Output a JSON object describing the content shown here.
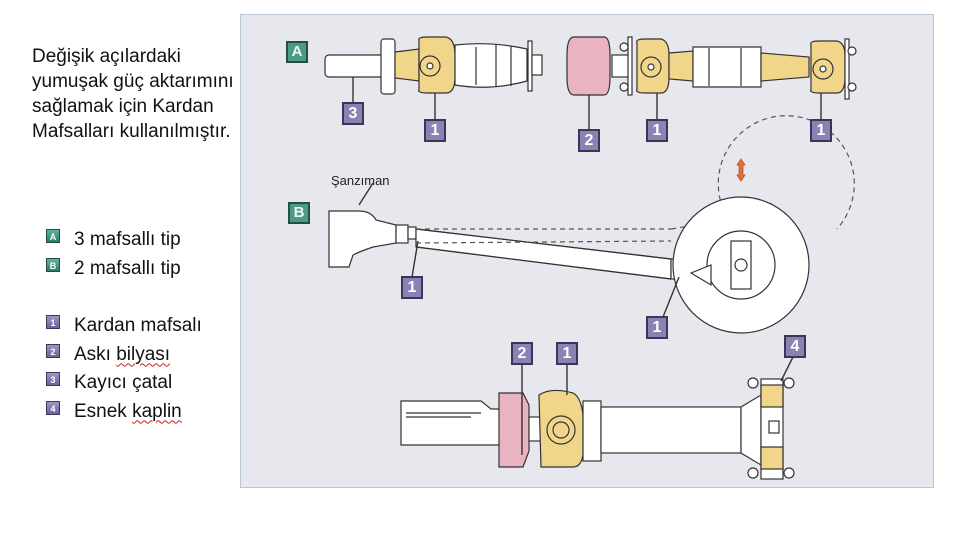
{
  "intro_text": "Değişik açılardaki yumuşak güç aktarımını sağlamak için Kardan Mafsalları kullanılmıştır.",
  "types_legend": [
    {
      "badge": "A",
      "label": "3 mafsallı tip"
    },
    {
      "badge": "B",
      "label": "2 mafsallı tip"
    }
  ],
  "parts_legend": [
    {
      "badge": "1",
      "label": "Kardan mafsalı"
    },
    {
      "badge": "2",
      "label": "Askı bilyası"
    },
    {
      "badge": "3",
      "label": "Kayıcı çatal"
    },
    {
      "badge": "4",
      "label": "Esnek kaplin"
    }
  ],
  "spellcheck_flagged_words": [
    "bilyası",
    "kaplin"
  ],
  "diagram": {
    "section_a_label": "A",
    "section_b_label": "B",
    "transmission_label": "Şanzıman",
    "callouts_a": [
      "3",
      "1",
      "2",
      "1",
      "1"
    ],
    "callouts_b": [
      "1",
      "1"
    ],
    "callouts_bottom": [
      "2",
      "1",
      "4"
    ]
  },
  "colors": {
    "panel_bg": "#e6e8ee",
    "yoke_yellow": "#f0d58a",
    "bearing_pink": "#eab3c2",
    "callout_purple": "#8a82b3",
    "section_green": "#4a9c88",
    "arrow_orange": "#e0703a"
  }
}
